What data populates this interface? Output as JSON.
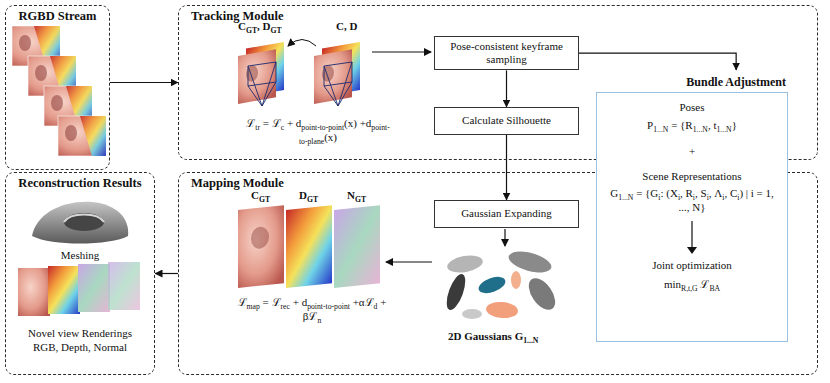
{
  "diagram": {
    "nodes": [
      {
        "text": [
          "RGBD Stream"
        ]
      },
      {
        "text": [
          "Tracking Module"
        ]
      },
      {
        "text": [
          "Pose-consistent keyframe sampling"
        ],
        "in": 1
      },
      {
        "text": [
          "Calculate Silhouette"
        ],
        "in": 1
      },
      {
        "text": [
          "Bundle Adjustment",
          "Poses",
          "P1...N = {R1...N, t1...N}",
          "+",
          "Scene Representations",
          "G1...N = {Gi: (Xi, Ri, Si, Λi, Ci) | i = 1, ..., N}",
          "Joint optimization",
          "minR,t,G ℒBA"
        ]
      },
      {
        "text": [
          "Reconstruction Results"
        ]
      },
      {
        "text": [
          "Mapping Module"
        ]
      },
      {
        "text": [
          "Gaussian Expanding"
        ],
        "in": 6
      }
    ],
    "edges": [
      {
        "from": 0,
        "to": 1,
        "arrow": "to"
      },
      {
        "from": 2,
        "to": 3,
        "arrow": "to"
      },
      {
        "from": 2,
        "to": 4,
        "arrow": "to"
      },
      {
        "from": 3,
        "to": 7,
        "arrow": "to"
      },
      {
        "from": 6,
        "to": 5,
        "arrow": "to"
      }
    ],
    "labels": [
      "CGT, DGT",
      "C, D",
      "ℒtr = ℒc + dpoint-to-point(x) +dpoint-to-plane(x)",
      "2D Gaussians G1...N",
      "CGT",
      "DGT",
      "NGT",
      "ℒmap = ℒrec + dpoint-to-point +αℒd + βℒn",
      "Meshing",
      "Novel view Renderings RGB, Depth, Normal"
    ]
  }
}
